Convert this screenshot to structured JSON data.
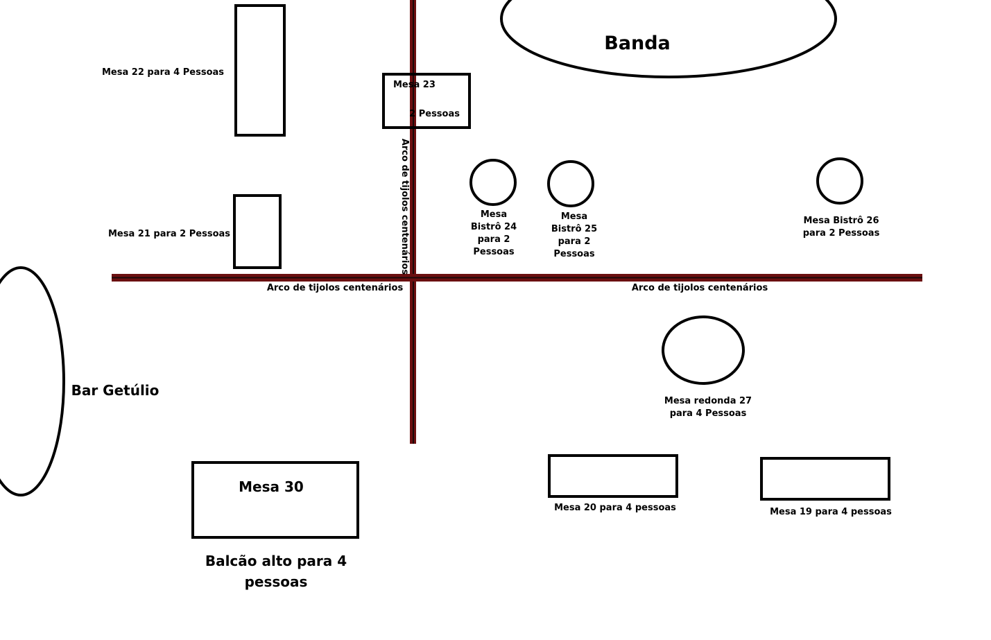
{
  "colors": {
    "wall": "#6b0f10",
    "wall_edge": "#1a0a0a",
    "outline": "#000000",
    "background": "#ffffff"
  },
  "labels": {
    "banda": "Banda",
    "bar_getulio": "Bar Getúlio",
    "mesa22": "Mesa 22 para 4 Pessoas",
    "mesa21": "Mesa 21 para 2 Pessoas",
    "mesa23_title": "Mesa 23",
    "mesa23_capacity": "2 Pessoas",
    "arco_vertical": "Arco de tijolos centenários",
    "arco_left": "Arco de tijolos centenários",
    "arco_right": "Arco de tijolos centenários",
    "bistro24": [
      "Mesa",
      "Bistrô 24",
      "para 2",
      "Pessoas"
    ],
    "bistro25": [
      "Mesa",
      "Bistrô 25",
      "para 2",
      "Pessoas"
    ],
    "bistro26": [
      "Mesa Bistrô 26",
      "para 2 Pessoas"
    ],
    "redonda27": [
      "Mesa redonda 27",
      "para 4 Pessoas"
    ],
    "mesa30": "Mesa 30",
    "balcao": [
      "Balcão alto para 4",
      "pessoas"
    ],
    "mesa20": "Mesa 20 para 4 pessoas",
    "mesa19": "Mesa 19 para 4 pessoas"
  }
}
